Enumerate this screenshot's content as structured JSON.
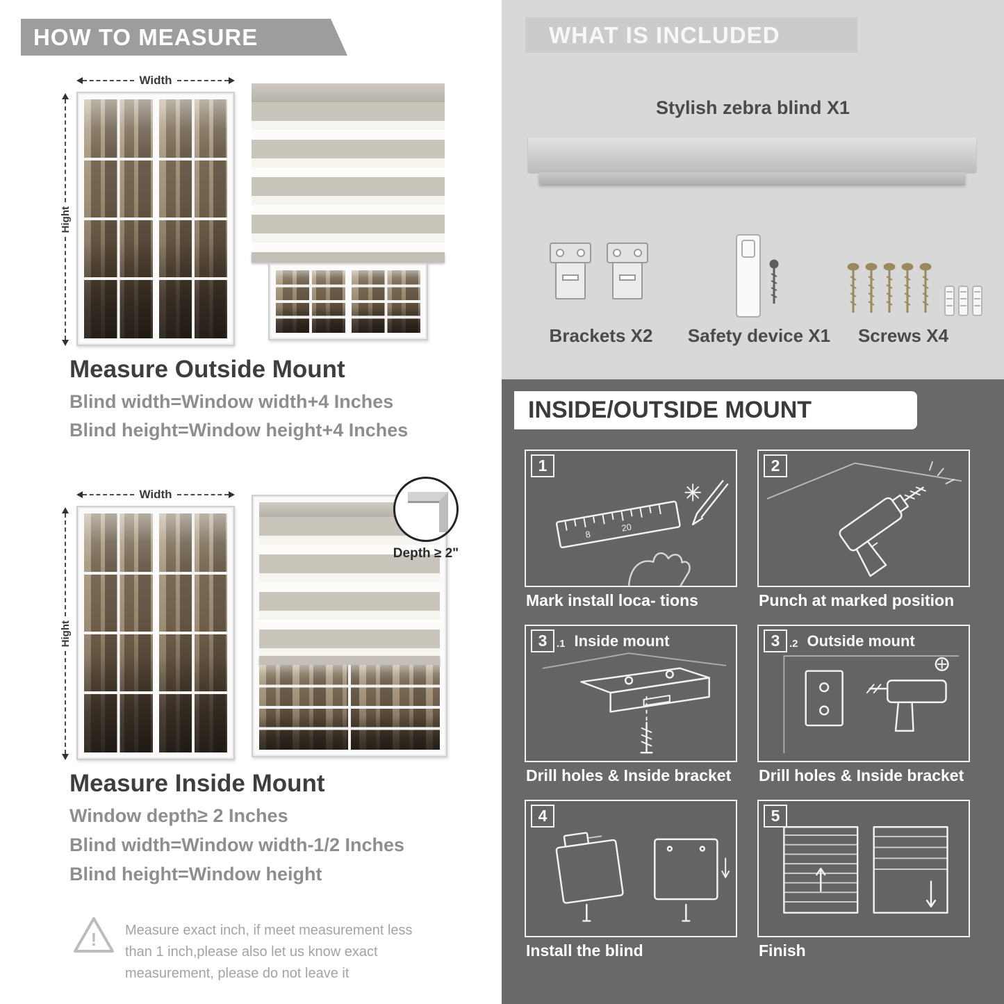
{
  "colors": {
    "left_header_bar": "#9d9d9d",
    "light_section_bg": "#d8d8d8",
    "dark_section_bg": "#696969",
    "title_text": "#3e3e3e",
    "body_text": "#8e8e8e",
    "blind_stripe": "#cac5bb"
  },
  "left": {
    "header": "HOW TO MEASURE",
    "warning_icon_label": "!",
    "outside": {
      "width_label": "Width",
      "height_label": "Hight",
      "title": "Measure Outside Mount",
      "lines": [
        "Blind width=Window width+4 Inches",
        "Blind height=Window height+4 Inches"
      ]
    },
    "inside": {
      "width_label": "Width",
      "height_label": "Hight",
      "depth_label": "Depth ≥ 2\"",
      "title": "Measure Inside Mount",
      "lines": [
        "Window depth≥ 2 Inches",
        "Blind width=Window width-1/2 Inches",
        "Blind height=Window height"
      ]
    },
    "note": "Measure exact inch, if meet measurement less than 1 inch,please also let us know exact measurement, please do not leave it"
  },
  "right": {
    "included": {
      "header": "WHAT IS INCLUDED",
      "blind_label": "Stylish zebra blind X1",
      "item_labels": [
        "Brackets X2",
        "Safety device X1",
        "Screws X4"
      ]
    },
    "mount": {
      "header": "INSIDE/OUTSIDE MOUNT",
      "steps": [
        {
          "num": "1",
          "caption": "Mark install loca- tions",
          "ruler_numbers": [
            "8",
            "20"
          ]
        },
        {
          "num": "2",
          "caption": "Punch at  marked position"
        },
        {
          "num": "3",
          "sub": ".1",
          "label": "Inside mount",
          "caption": "Drill holes &  Inside bracket"
        },
        {
          "num": "3",
          "sub": ".2",
          "label": "Outside mount",
          "caption": "Drill holes &  Inside bracket"
        },
        {
          "num": "4",
          "caption": "Install the blind"
        },
        {
          "num": "5",
          "caption": "Finish"
        }
      ]
    }
  }
}
